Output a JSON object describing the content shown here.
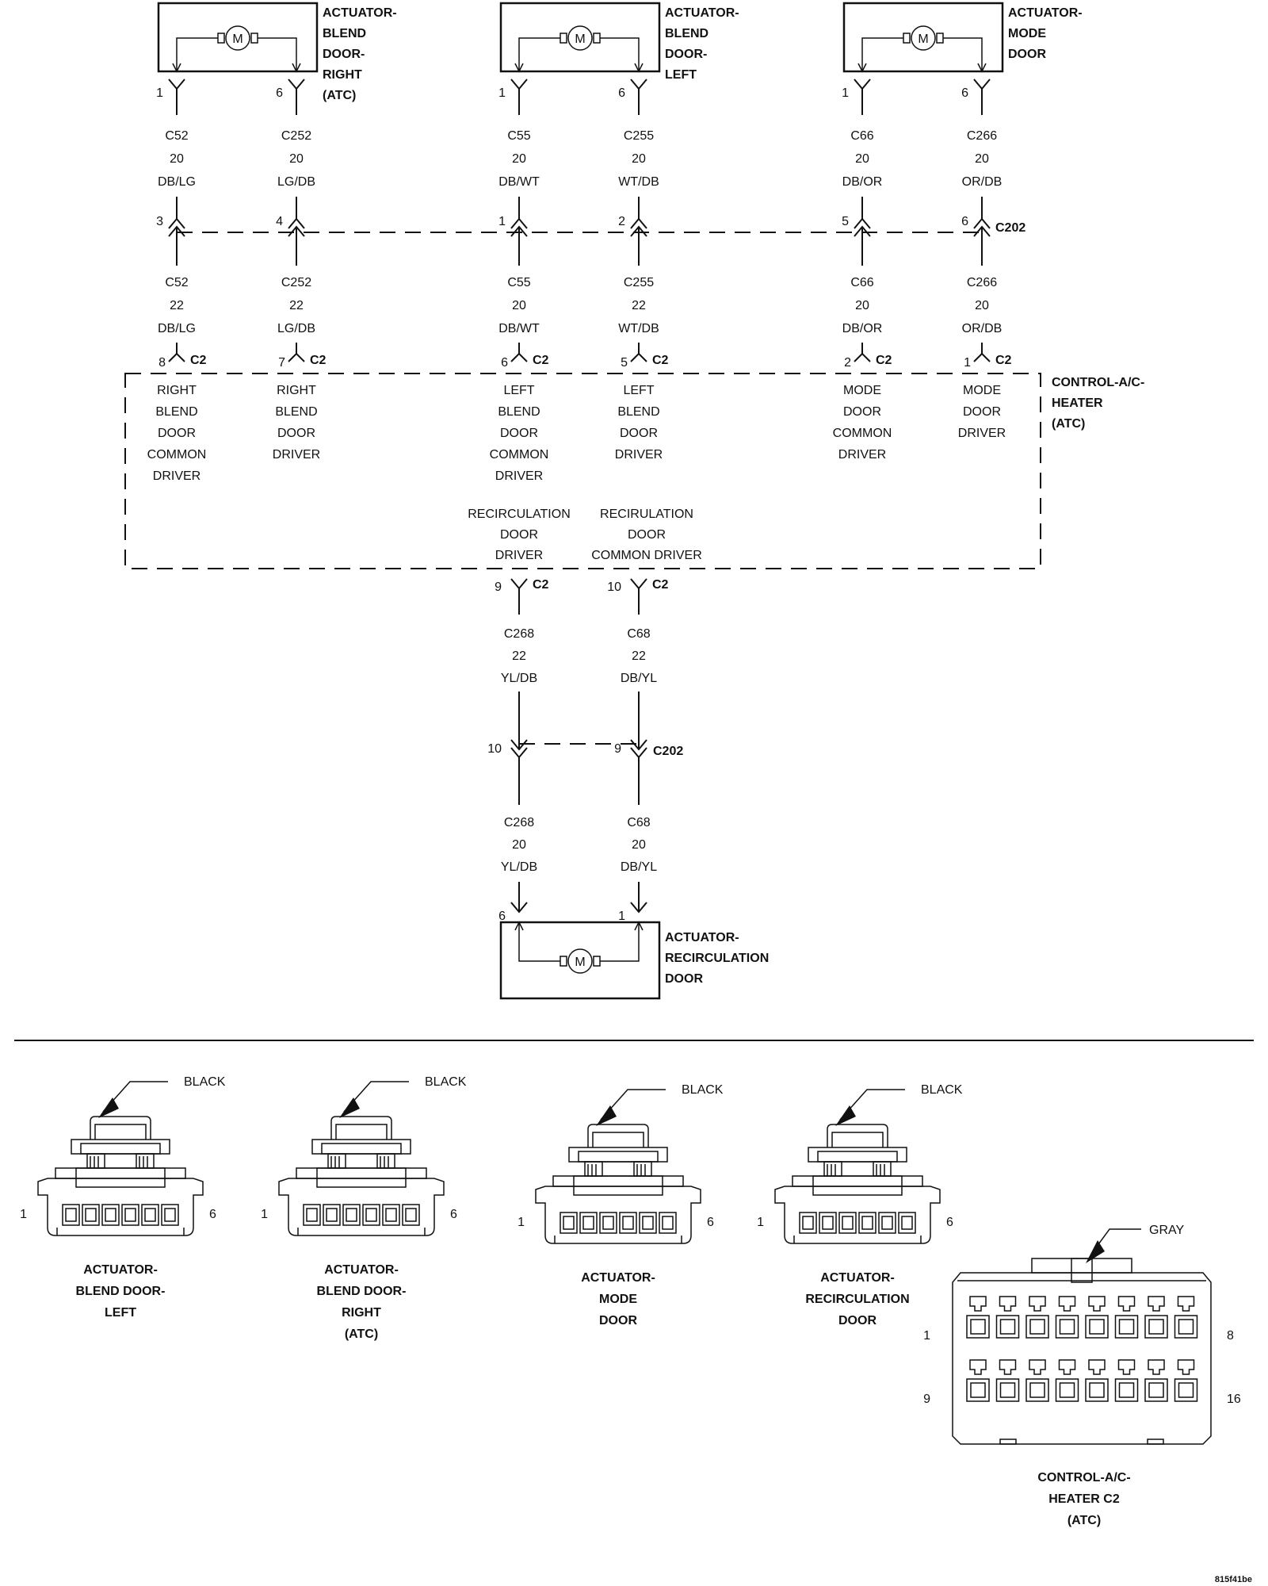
{
  "actuators_top": [
    {
      "lines": [
        "ACTUATOR-",
        "BLEND",
        "DOOR-",
        "RIGHT",
        "(ATC)"
      ],
      "motor": "M"
    },
    {
      "lines": [
        "ACTUATOR-",
        "BLEND",
        "DOOR-",
        "LEFT"
      ],
      "motor": "M"
    },
    {
      "lines": [
        "ACTUATOR-",
        "MODE",
        "DOOR"
      ],
      "motor": "M"
    }
  ],
  "wires": [
    {
      "top_pin": "1",
      "top_circuit": "C52",
      "top_gauge": "20",
      "top_color": "DB/LG",
      "c202_pin": "3",
      "bot_circuit": "C52",
      "bot_gauge": "22",
      "bot_color": "DB/LG",
      "c2_pin": "8",
      "c2_label": "C2",
      "driver_label": [
        "RIGHT",
        "BLEND",
        "DOOR",
        "COMMON",
        "DRIVER"
      ]
    },
    {
      "top_pin": "6",
      "top_circuit": "C252",
      "top_gauge": "20",
      "top_color": "LG/DB",
      "c202_pin": "4",
      "bot_circuit": "C252",
      "bot_gauge": "22",
      "bot_color": "LG/DB",
      "c2_pin": "7",
      "c2_label": "C2",
      "driver_label": [
        "RIGHT",
        "BLEND",
        "DOOR",
        "DRIVER"
      ]
    },
    {
      "top_pin": "1",
      "top_circuit": "C55",
      "top_gauge": "20",
      "top_color": "DB/WT",
      "c202_pin": "1",
      "bot_circuit": "C55",
      "bot_gauge": "20",
      "bot_color": "DB/WT",
      "c2_pin": "6",
      "c2_label": "C2",
      "driver_label": [
        "LEFT",
        "BLEND",
        "DOOR",
        "COMMON",
        "DRIVER"
      ]
    },
    {
      "top_pin": "6",
      "top_circuit": "C255",
      "top_gauge": "20",
      "top_color": "WT/DB",
      "c202_pin": "2",
      "bot_circuit": "C255",
      "bot_gauge": "22",
      "bot_color": "WT/DB",
      "c2_pin": "5",
      "c2_label": "C2",
      "driver_label": [
        "LEFT",
        "BLEND",
        "DOOR",
        "DRIVER"
      ]
    },
    {
      "top_pin": "1",
      "top_circuit": "C66",
      "top_gauge": "20",
      "top_color": "DB/OR",
      "c202_pin": "5",
      "bot_circuit": "C66",
      "bot_gauge": "20",
      "bot_color": "DB/OR",
      "c2_pin": "2",
      "c2_label": "C2",
      "driver_label": [
        "MODE",
        "DOOR",
        "COMMON",
        "DRIVER"
      ]
    },
    {
      "top_pin": "6",
      "top_circuit": "C266",
      "top_gauge": "20",
      "top_color": "OR/DB",
      "c202_pin": "6",
      "bot_circuit": "C266",
      "bot_gauge": "20",
      "bot_color": "OR/DB",
      "c2_pin": "1",
      "c2_label": "C2",
      "driver_label": [
        "MODE",
        "DOOR",
        "DRIVER"
      ]
    }
  ],
  "c202_label": "C202",
  "control_module_label": [
    "CONTROL-A/C-",
    "HEATER",
    "(ATC)"
  ],
  "recirc_drivers": [
    {
      "lines": [
        "RECIRCULATION",
        "DOOR",
        "DRIVER"
      ],
      "c2_pin": "9",
      "c2_label": "C2",
      "circuit": "C268",
      "gauge_a": "22",
      "color_a": "YL/DB",
      "c202_pin": "10",
      "gauge_b": "20",
      "color_b": "YL/DB",
      "act_pin": "6"
    },
    {
      "lines": [
        "RECIRULATION",
        "DOOR",
        "COMMON DRIVER"
      ],
      "c2_pin": "10",
      "c2_label": "C2",
      "circuit": "C68",
      "gauge_a": "22",
      "color_a": "DB/YL",
      "c202_pin": "9",
      "gauge_b": "20",
      "color_b": "DB/YL",
      "act_pin": "1"
    }
  ],
  "recirc_c202_label": "C202",
  "recirc_actuator": {
    "lines": [
      "ACTUATOR-",
      "RECIRCULATION",
      "DOOR"
    ],
    "motor": "M"
  },
  "connector_views": [
    {
      "color": "BLACK",
      "pin_left": "1",
      "pin_right": "6",
      "lines": [
        "ACTUATOR-",
        "BLEND DOOR-",
        "LEFT"
      ]
    },
    {
      "color": "BLACK",
      "pin_left": "1",
      "pin_right": "6",
      "lines": [
        "ACTUATOR-",
        "BLEND DOOR-",
        "RIGHT",
        "(ATC)"
      ]
    },
    {
      "color": "BLACK",
      "pin_left": "1",
      "pin_right": "6",
      "lines": [
        "ACTUATOR-",
        "MODE",
        "DOOR"
      ]
    },
    {
      "color": "BLACK",
      "pin_left": "1",
      "pin_right": "6",
      "lines": [
        "ACTUATOR-",
        "RECIRCULATION",
        "DOOR"
      ]
    }
  ],
  "c2_view": {
    "color": "GRAY",
    "pin_tl": "1",
    "pin_tr": "8",
    "pin_bl": "9",
    "pin_br": "16",
    "lines": [
      "CONTROL-A/C-",
      "HEATER C2",
      "(ATC)"
    ]
  },
  "figure_id": "815f41be"
}
